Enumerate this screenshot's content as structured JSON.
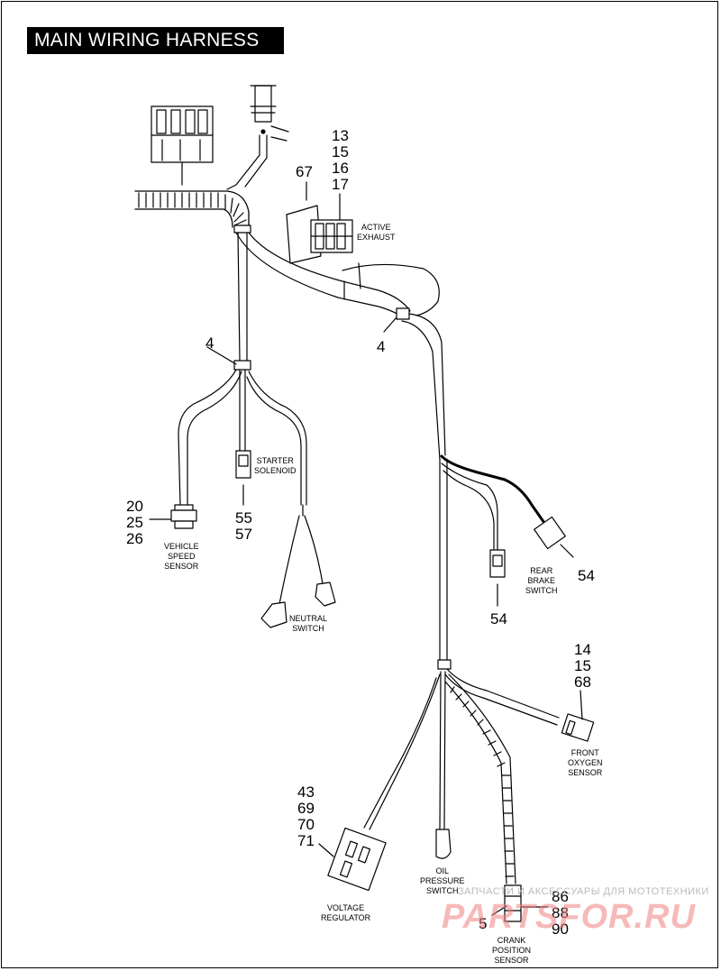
{
  "title": "MAIN WIRING HARNESS",
  "callouts": {
    "c67": "67",
    "c13": "13\n15\n16\n17",
    "c4a": "4",
    "c4b": "4",
    "c20": "20\n25\n26",
    "c55": "55\n57",
    "c54a": "54",
    "c54b": "54",
    "c14": "14\n15\n68",
    "c43": "43\n69\n70\n71",
    "c86": "86\n88\n90",
    "c5": "5"
  },
  "captions": {
    "active_exhaust": "ACTIVE\nEXHAUST",
    "starter_solenoid": "STARTER\nSOLENOID",
    "vehicle_speed_sensor": "VEHICLE\nSPEED\nSENSOR",
    "neutral_switch": "NEUTRAL\nSWITCH",
    "rear_brake_switch": "REAR\nBRAKE\nSWITCH",
    "front_oxygen_sensor": "FRONT\nOXYGEN\nSENSOR",
    "voltage_regulator": "VOLTAGE\nREGULATOR",
    "oil_pressure_switch": "OIL\nPRESSURE\nSWITCH",
    "crank_position_sensor": "CRANK\nPOSITION\nSENSOR"
  },
  "watermark": {
    "text": "ЗАПЧАСТИ И АКСЕССУАРЫ ДЛЯ МОТОТЕХНИКИ",
    "logo": "PARTSFOR.RU"
  }
}
